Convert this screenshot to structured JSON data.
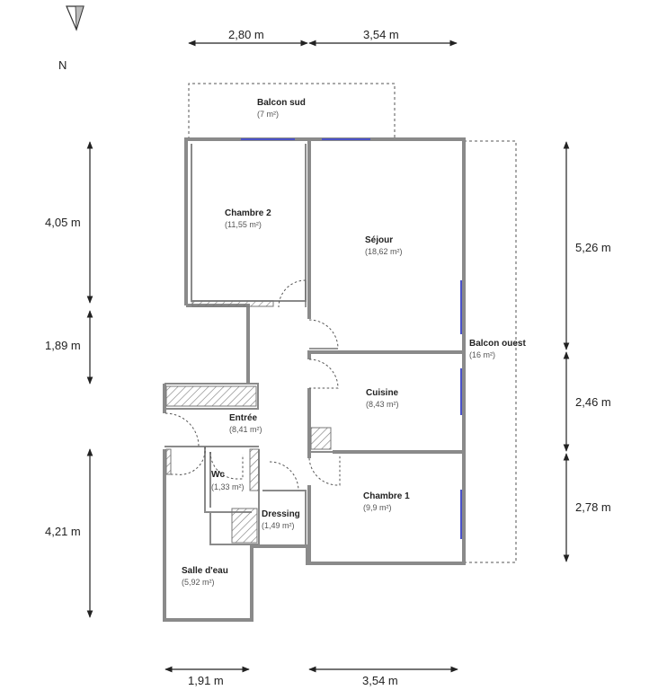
{
  "north_label": "N",
  "dimensions": {
    "top_left": "2,80 m",
    "top_right": "3,54 m",
    "left_top": "4,05 m",
    "left_mid": "1,89 m",
    "left_bottom": "4,21 m",
    "right_top": "5,26 m",
    "right_mid": "2,46 m",
    "right_bottom": "2,78 m",
    "bottom_left": "1,91 m",
    "bottom_right": "3,54 m"
  },
  "rooms": {
    "balcon_sud": {
      "name": "Balcon sud",
      "area": "(7 m²)"
    },
    "chambre2": {
      "name": "Chambre 2",
      "area": "(11,55 m²)"
    },
    "sejour": {
      "name": "Séjour",
      "area": "(18,62 m²)"
    },
    "balcon_ouest": {
      "name": "Balcon ouest",
      "area": "(16 m²)"
    },
    "cuisine": {
      "name": "Cuisine",
      "area": "(8,43 m²)"
    },
    "entree": {
      "name": "Entrée",
      "area": "(8,41 m²)"
    },
    "wc": {
      "name": "Wc",
      "area": "(1,33 m²)"
    },
    "dressing": {
      "name": "Dressing",
      "area": "(1,49 m²)"
    },
    "chambre1": {
      "name": "Chambre 1",
      "area": "(9,9 m²)"
    },
    "salle_eau": {
      "name": "Salle d'eau",
      "area": "(5,92 m²)"
    }
  }
}
